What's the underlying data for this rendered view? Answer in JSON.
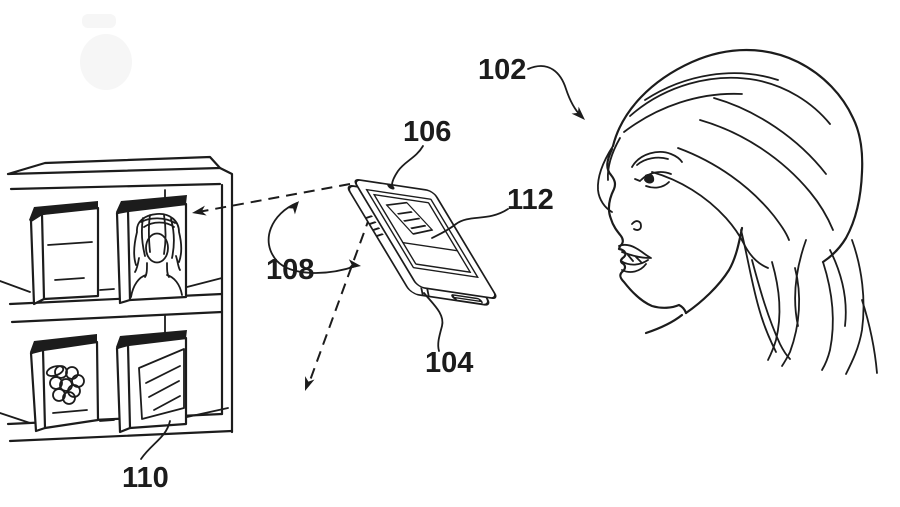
{
  "figure": {
    "description": "patent-style line drawing: user holding camera device pointed at bookshelf",
    "background": "#ffffff",
    "ink": "#1c1c1c",
    "reference_labels": {
      "person": "102",
      "device_body": "104",
      "camera": "106",
      "rotation_angle": "108",
      "book": "110",
      "screen": "112"
    }
  }
}
